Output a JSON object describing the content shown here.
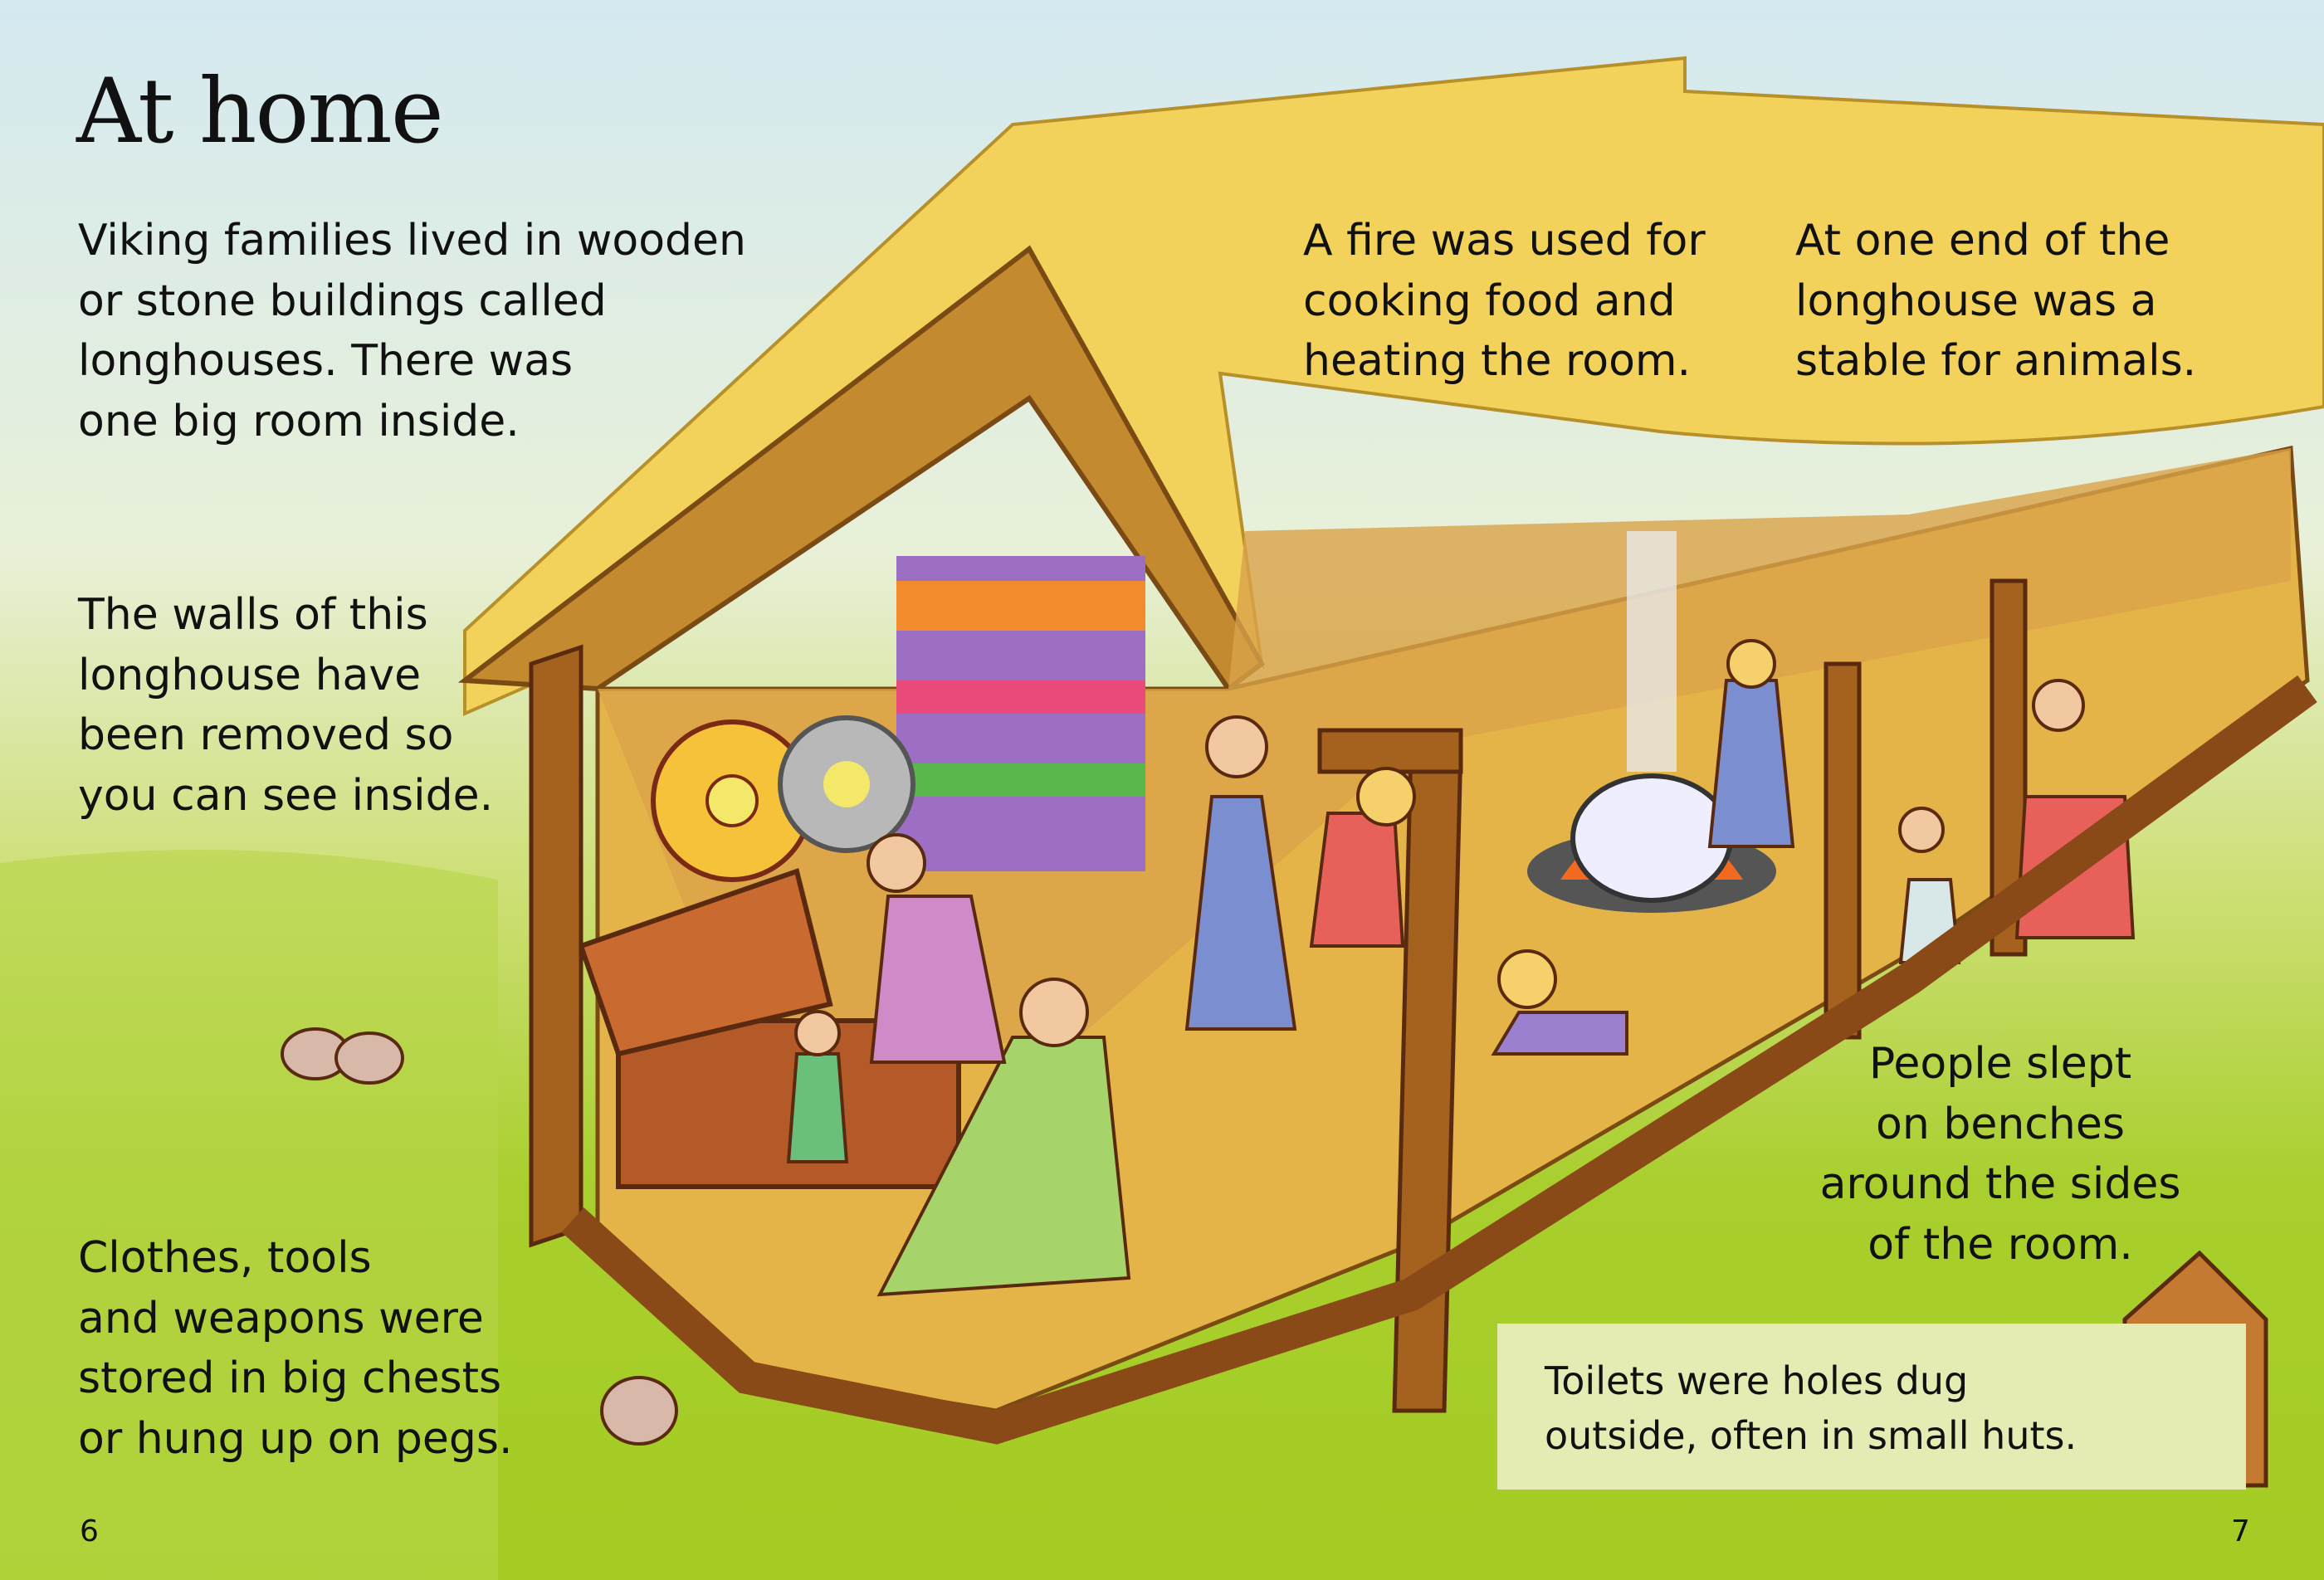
{
  "title": "At home",
  "paragraphs": {
    "intro": "Viking families lived in wooden\nor stone buildings called\nlonghouses. There was\none big room inside.",
    "walls": "The walls of this\nlonghouse have\nbeen removed so\nyou can see inside.",
    "chests": "Clothes, tools\nand weapons were\nstored in big chests\nor hung up on pegs.",
    "fire": "A fire was used for\ncooking food and\nheating the room.",
    "stable": "At one end of the\nlonghouse was a\nstable for animals.",
    "benches": "People slept\non benches\naround the sides\nof the room."
  },
  "toilet_box": "Toilets were holes dug\noutside, often in small huts.",
  "page_numbers": {
    "left": "6",
    "right": "7"
  }
}
